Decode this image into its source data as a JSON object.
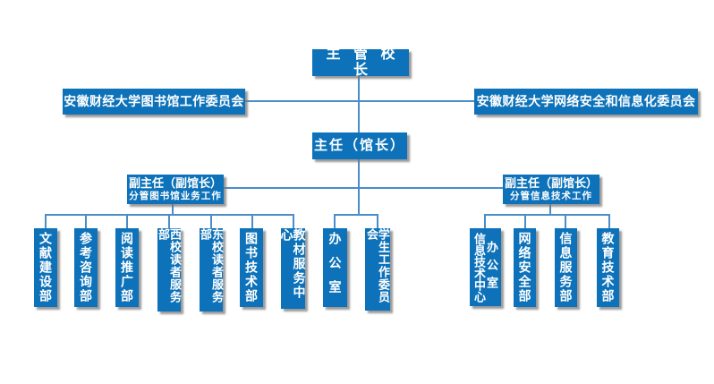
{
  "colors": {
    "node_fill": "#0d72b9",
    "node_text": "#ffffff",
    "connector": "#4a8dc9",
    "background": "#ffffff"
  },
  "org": {
    "root": "主 管 校 长",
    "left_committee": "安徽财经大学图书馆工作委员会",
    "right_committee": "安徽财经大学网络安全和信息化委员会",
    "director": "主任（馆长）",
    "left_deputy": {
      "title": "副主任（副馆长）",
      "subtitle": "分管图书馆业务工作"
    },
    "right_deputy": {
      "title": "副主任（副馆长）",
      "subtitle": "分管信息技术工作"
    },
    "library_departments": [
      "文献建设部",
      "参考咨询部",
      "阅读推广部",
      "西校读者服务部",
      "东校读者服务部",
      "图书技术部",
      "教材服务中心"
    ],
    "direct_offices": [
      "办公室",
      "学生工作委员会"
    ],
    "it_departments": {
      "center": {
        "name": "信息技术中心",
        "office": "办公室"
      },
      "others": [
        "网络安全部",
        "信息服务部",
        "教育技术部"
      ]
    }
  }
}
